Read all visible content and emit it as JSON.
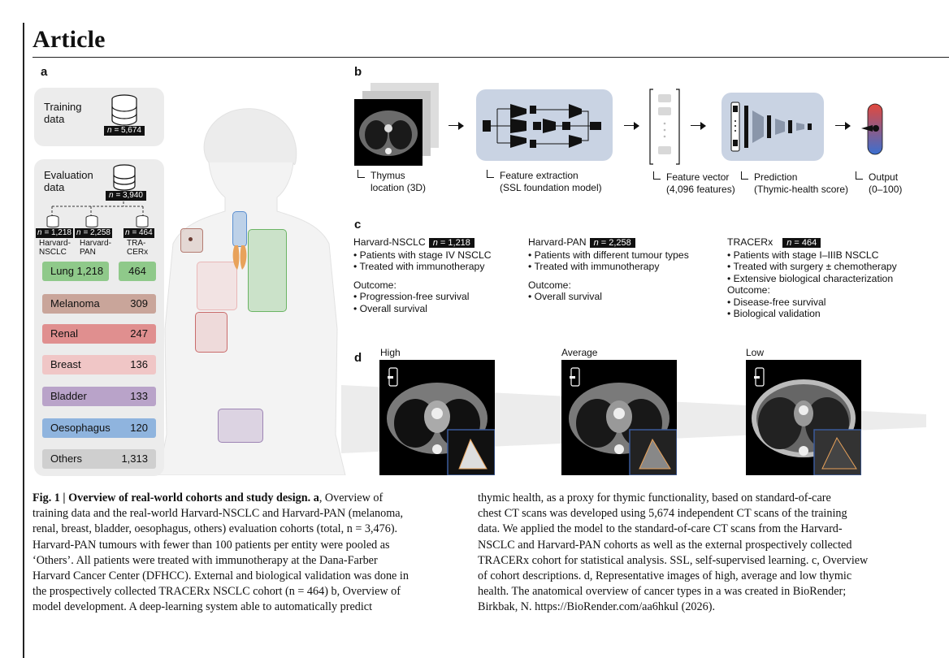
{
  "header": {
    "title": "Article"
  },
  "panel_a": {
    "label": "a",
    "training": {
      "label_line1": "Training",
      "label_line2": "data",
      "n": "5,674"
    },
    "evaluation": {
      "label_line1": "Evaluation",
      "label_line2": "data",
      "n": "3,940"
    },
    "subcohorts": [
      {
        "n": "1,218",
        "name_line1": "Harvard-",
        "name_line2": "NSCLC"
      },
      {
        "n": "2,258",
        "name_line1": "Harvard-",
        "name_line2": "PAN"
      },
      {
        "n": "464",
        "name_line1": "TRA-",
        "name_line2": "CERx"
      }
    ],
    "n_prefix": "n = ",
    "lung": {
      "name": "Lung",
      "value": "1,218",
      "tracerx": "464",
      "color": "#8fc98a"
    },
    "rows": [
      {
        "name": "Melanoma",
        "value": "309",
        "color": "#c9a59a"
      },
      {
        "name": "Renal",
        "value": "247",
        "color": "#e08f8f"
      },
      {
        "name": "Breast",
        "value": "136",
        "color": "#f0c6c6"
      },
      {
        "name": "Bladder",
        "value": "133",
        "color": "#b9a3c9"
      },
      {
        "name": "Oesophagus",
        "value": "120",
        "color": "#8fb4de"
      },
      {
        "name": "Others",
        "value": "1,313",
        "color": "#cfcfcf"
      }
    ]
  },
  "panel_b": {
    "label": "b",
    "steps": [
      {
        "line1": "Thymus",
        "line2": "location (3D)"
      },
      {
        "line1": "Feature extraction",
        "line2": "(SSL foundation model)"
      },
      {
        "line1": "Feature vector",
        "line2": "(4,096 features)"
      },
      {
        "line1": "Prediction",
        "line2": "(Thymic-health score)"
      },
      {
        "line1": "Output",
        "line2": "(0–100)"
      }
    ]
  },
  "panel_c": {
    "label": "c",
    "cohorts": [
      {
        "name": "Harvard-NSCLC",
        "n": "1,218",
        "bullets": [
          "Patients with stage IV NSCLC",
          "Treated with immunotherapy"
        ],
        "outcome_label": "Outcome:",
        "outcomes": [
          "Progression-free survival",
          "Overall survival"
        ]
      },
      {
        "name": "Harvard-PAN",
        "n": "2,258",
        "bullets": [
          "Patients with different tumour types",
          "Treated with immunotherapy"
        ],
        "outcome_label": "Outcome:",
        "outcomes": [
          "Overall survival"
        ]
      },
      {
        "name": "TRACERx",
        "n": "464",
        "bullets": [
          "Patients with stage I–IIIB NSCLC",
          "Treated with surgery ± chemotherapy",
          "Extensive biological characterization"
        ],
        "outcome_label": "Outcome:",
        "outcomes": [
          "Disease-free survival",
          "Biological validation"
        ]
      }
    ]
  },
  "panel_d": {
    "label": "d",
    "images": [
      {
        "label": "High"
      },
      {
        "label": "Average"
      },
      {
        "label": "Low"
      }
    ]
  },
  "caption": {
    "left_heading": "Fig. 1 | Overview of real-world cohorts and study design.",
    "left_a": "a",
    "left_l1": ", Overview of",
    "left_lines": [
      "training data and the real-world Harvard-NSCLC and Harvard-PAN (melanoma,",
      "renal, breast, bladder, oesophagus, others) evaluation cohorts (total, n = 3,476).",
      "Harvard-PAN tumours with fewer than 100 patients per entity were pooled as",
      "‘Others’. All patients were treated with immunotherapy at the Dana-Farber",
      "Harvard Cancer Center (DFHCC). External and biological validation was done in",
      "the prospectively collected TRACERx NSCLC cohort (n = 464) b, Overview of",
      "model development. A deep-learning system able to automatically predict"
    ],
    "right_lines": [
      "thymic health, as a proxy for thymic functionality, based on standard-of-care",
      "chest CT scans was developed using 5,674 independent CT scans of the training",
      "data. We applied the model to the standard-of-care CT scans from the Harvard-",
      "NSCLC and Harvard-PAN cohorts as well as the external prospectively collected",
      "TRACERx cohort for statistical analysis. SSL, self-supervised learning. c, Overview",
      "of cohort descriptions. d, Representative images of high, average and low thymic",
      "health. The anatomical overview of cancer types in a was created in BioRender;",
      "Birkbak, N. https://BioRender.com/aa6hkul (2026)."
    ]
  },
  "colors": {
    "panel_bg": "#ececec",
    "model_box": "#c9d3e3",
    "accent_blue": "#3b6fd0",
    "accent_red": "#e2483d"
  }
}
